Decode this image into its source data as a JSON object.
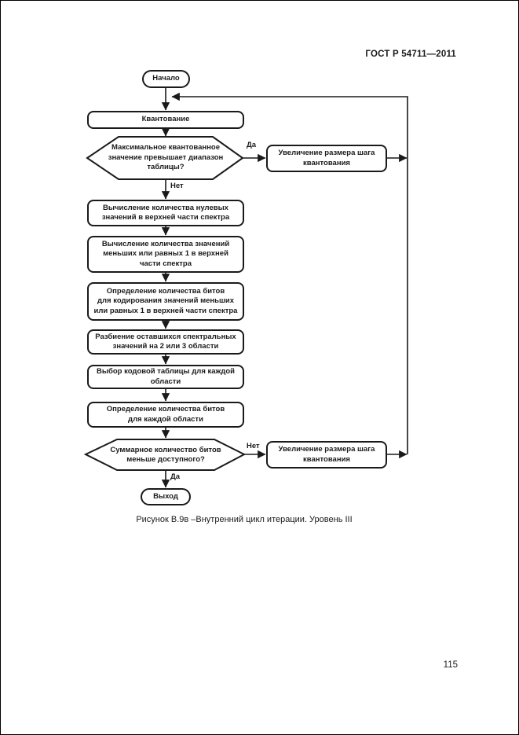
{
  "doc": {
    "header": "ГОСТ Р 54711—2011",
    "caption": "Рисунок В.9в –Внутренний цикл итерации. Уровень III",
    "page_number": "115"
  },
  "colors": {
    "ink": "#1a1a1a",
    "paper": "#ffffff"
  },
  "flowchart": {
    "start": {
      "label": "Начало"
    },
    "quantization": {
      "label": "Квантование"
    },
    "decision_max": {
      "label": "Максимальное квантованное\nзначение превышает диапазон\nтаблицы?"
    },
    "increase_step_1": {
      "label": "Увеличение размера шага\nквантования"
    },
    "step_zero_count": {
      "label": "Вычисление количества нулевых\nзначений в верхней части спектра"
    },
    "step_le1_count": {
      "label": "Вычисление количества значений\nменьших или равных 1 в верхней\nчасти спектра"
    },
    "step_bits_le1": {
      "label": "Определение количества битов\nдля кодирования значений меньших\nили равных 1 в верхней части спектра"
    },
    "step_split_regions": {
      "label": "Разбиение оставшихся спектральных\nзначений на 2 или 3 области"
    },
    "step_codebook": {
      "label": "Выбор кодовой таблицы для каждой\nобласти"
    },
    "step_bits_regions": {
      "label": "Определение количества битов\nдля каждой области"
    },
    "decision_bits": {
      "label": "Суммарное количество битов\nменьше доступного?"
    },
    "increase_step_2": {
      "label": "Увеличение размера шага\nквантования"
    },
    "end": {
      "label": "Выход"
    },
    "labels": {
      "yes": "Да",
      "no": "Нет"
    }
  }
}
